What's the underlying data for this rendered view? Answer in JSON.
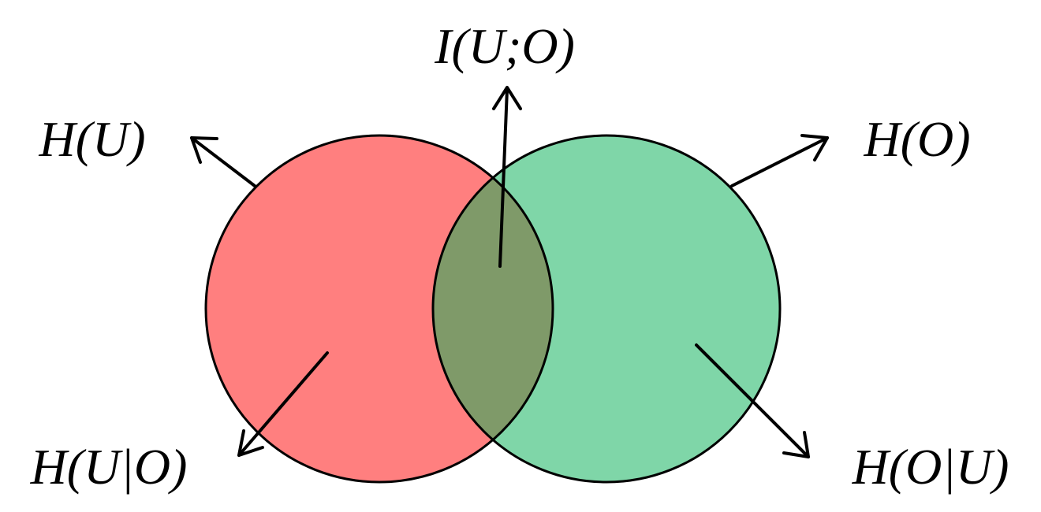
{
  "diagram": {
    "colors": {
      "left_circle": "#ff7f7f",
      "right_circle": "#7fd6a8",
      "intersection": "#7f9a69",
      "stroke": "#000000"
    },
    "labels": {
      "mutual_information": "I(U;O)",
      "entropy_u": "H(U)",
      "entropy_o": "H(O)",
      "conditional_u_given_o": "H(U|O)",
      "conditional_o_given_u": "H(O|U)"
    }
  }
}
